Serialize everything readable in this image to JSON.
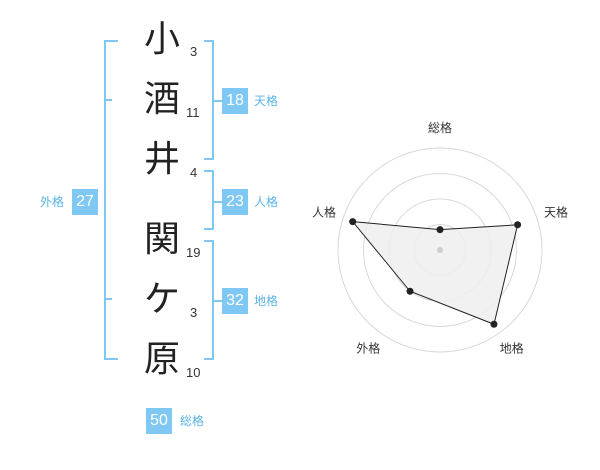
{
  "name": {
    "characters": [
      {
        "char": "小",
        "strokes": "3"
      },
      {
        "char": "酒",
        "strokes": "11"
      },
      {
        "char": "井",
        "strokes": "4"
      },
      {
        "char": "関",
        "strokes": "19"
      },
      {
        "char": "ケ",
        "strokes": "3"
      },
      {
        "char": "原",
        "strokes": "10"
      }
    ]
  },
  "fortunes": {
    "tenkaku": {
      "label": "天格",
      "value": "18"
    },
    "jinkaku": {
      "label": "人格",
      "value": "23"
    },
    "chikaku": {
      "label": "地格",
      "value": "32"
    },
    "gaikaku": {
      "label": "外格",
      "value": "27"
    },
    "soukaku": {
      "label": "総格",
      "value": "50"
    }
  },
  "colors": {
    "accent": "#7fc8f4",
    "label": "#5bb4e6",
    "polygon_fill": "#eeeeee",
    "grid": "#d8d8d8"
  },
  "chart_data": {
    "type": "radar",
    "axes": [
      "総格",
      "天格",
      "地格",
      "外格",
      "人格"
    ],
    "values": [
      0.2,
      0.8,
      0.9,
      0.5,
      0.9
    ],
    "rmax": 1,
    "rings": 4,
    "grid": true
  }
}
